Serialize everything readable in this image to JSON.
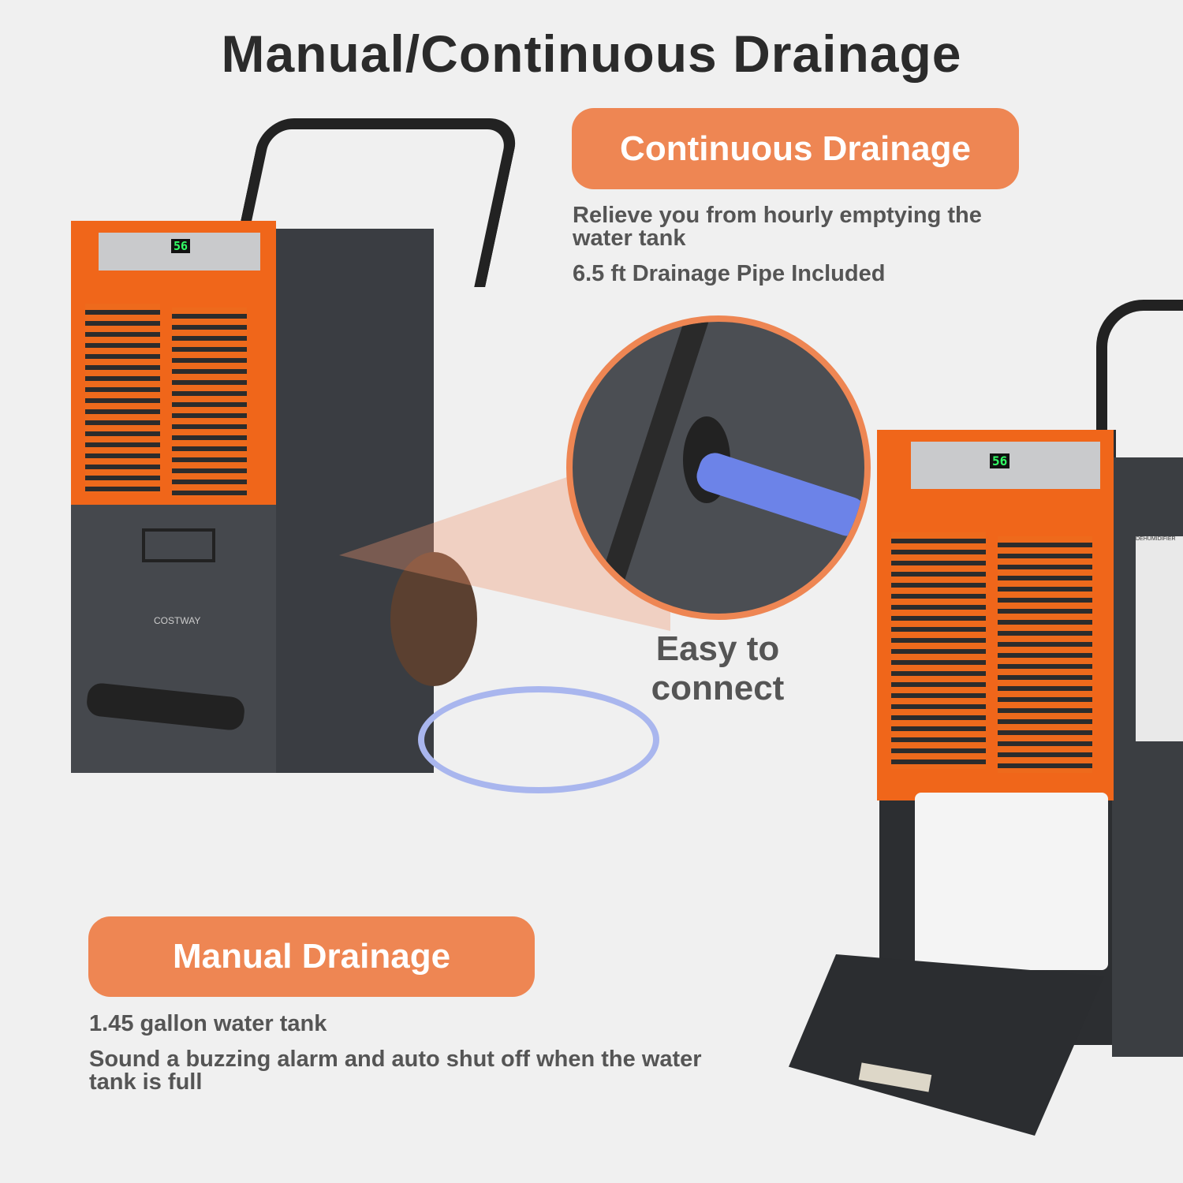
{
  "title": "Manual/Continuous Drainage",
  "continuous": {
    "heading": "Continuous Drainage",
    "lines": [
      "Relieve you from hourly emptying the water tank",
      "6.5 ft Drainage Pipe Included"
    ]
  },
  "callout": "Easy to connect",
  "manual": {
    "heading": "Manual Drainage",
    "lines": [
      "1.45 gallon water tank",
      "Sound a buzzing alarm and auto shut off when the water tank is full"
    ]
  },
  "product": {
    "brand": "COSTWAY",
    "display": "56",
    "label": "DEHUMIDIFIER"
  },
  "colors": {
    "accent": "#ee8653",
    "body": "#3c3f44",
    "text": "#555555",
    "title": "#2b2b2b"
  }
}
